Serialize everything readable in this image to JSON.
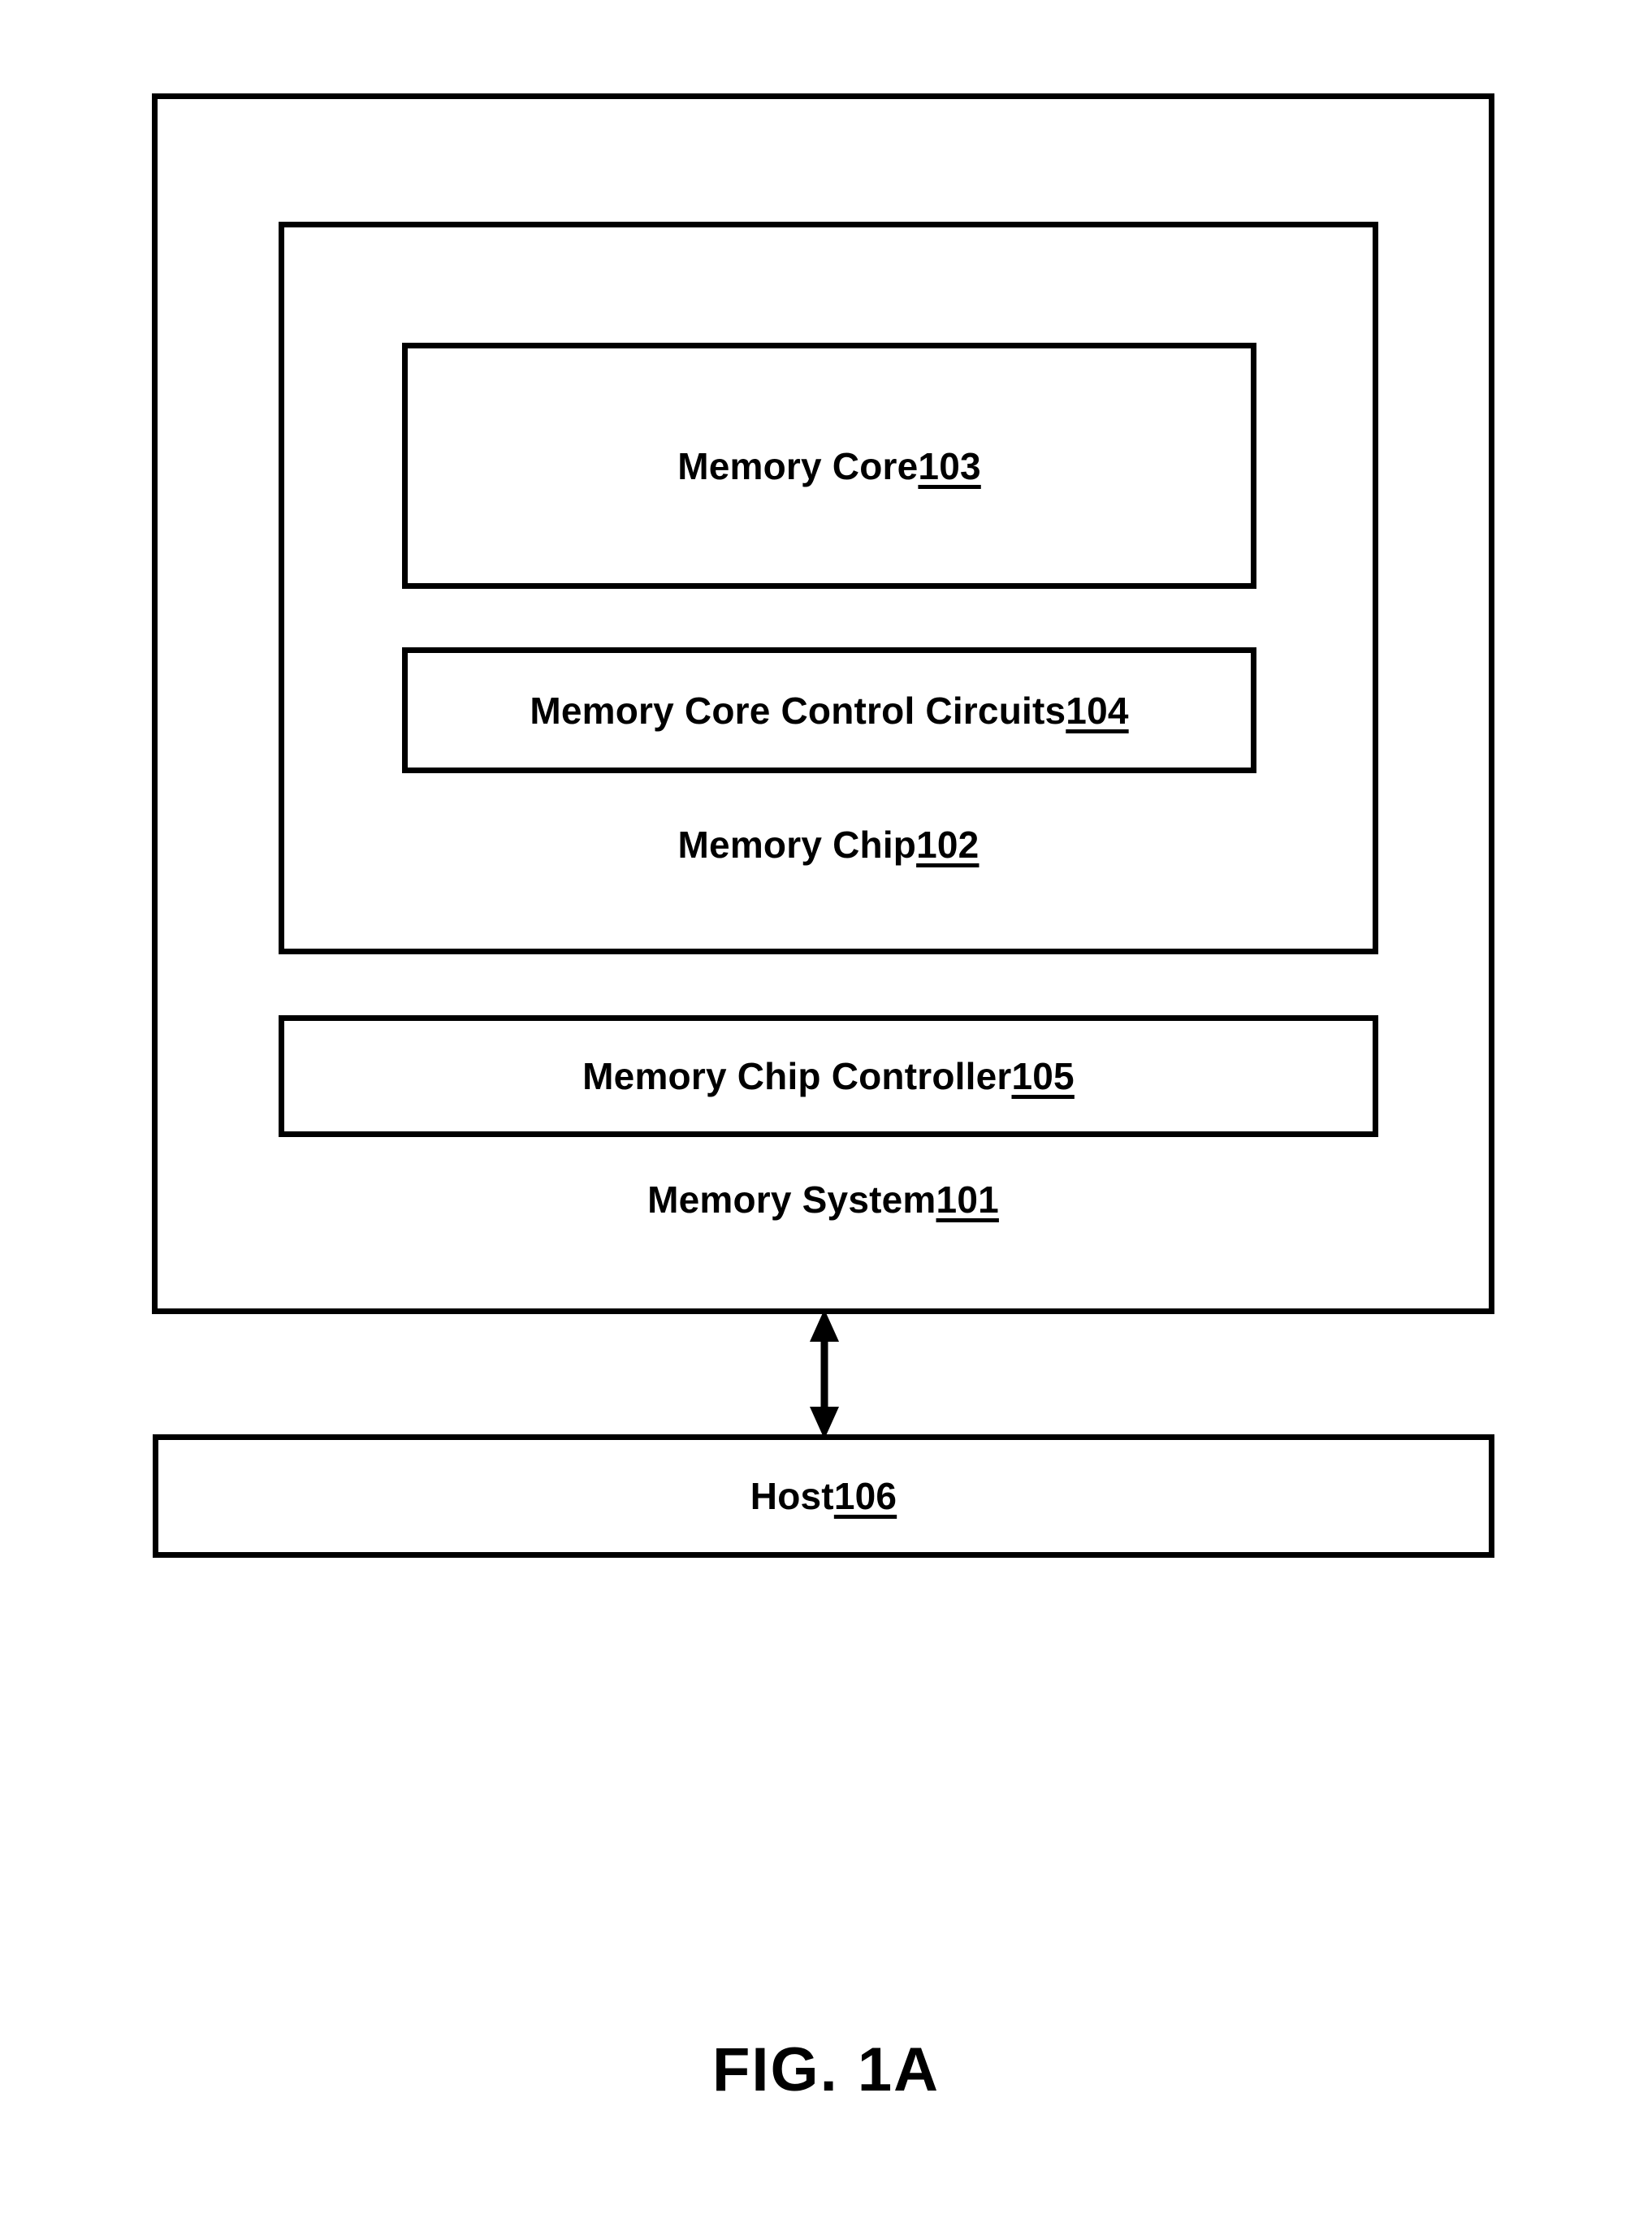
{
  "figure": {
    "caption": "FIG. 1A",
    "background_color": "#ffffff",
    "line_color": "#000000"
  },
  "blocks": {
    "memory_system": {
      "name": "Memory System",
      "label_text": "Memory System ",
      "ref_numeral": "101"
    },
    "memory_chip": {
      "name": "Memory Chip",
      "label_text": "Memory Chip ",
      "ref_numeral": "102"
    },
    "memory_core": {
      "name": "Memory Core",
      "label_text": "Memory Core ",
      "ref_numeral": "103"
    },
    "memory_core_control_circuits": {
      "name": "Memory Core Control Circuits",
      "label_text": "Memory Core Control Circuits ",
      "ref_numeral": "104"
    },
    "memory_chip_controller": {
      "name": "Memory Chip Controller",
      "label_text": "Memory Chip Controller ",
      "ref_numeral": "105"
    },
    "host": {
      "name": "Host",
      "label_text": "Host ",
      "ref_numeral": "106"
    }
  },
  "connectors": [
    {
      "id": "memory-system-to-host",
      "from": "Memory System 101",
      "to": "Host 106",
      "style": "double-headed-arrow",
      "orientation": "vertical"
    }
  ]
}
